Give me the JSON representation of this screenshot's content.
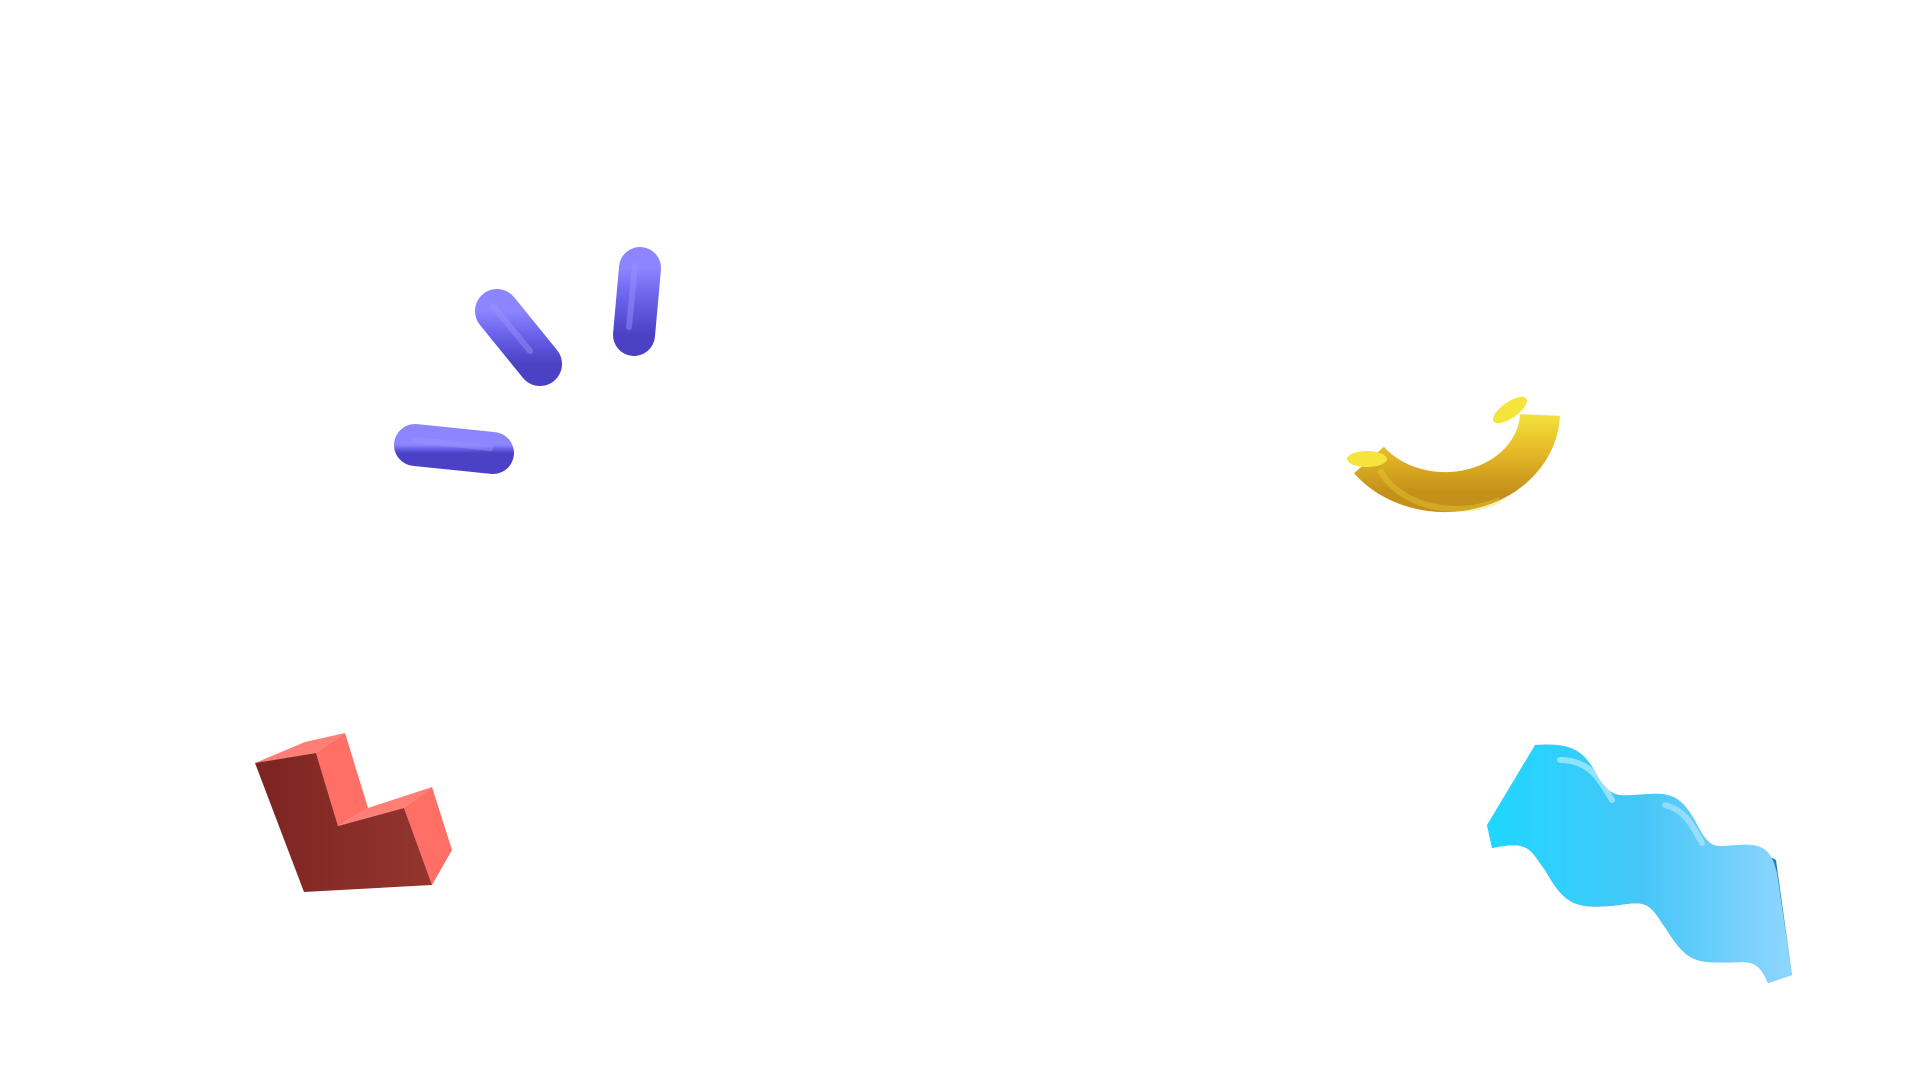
{
  "scene": {
    "background_color": "#ffffff",
    "shapes": [
      {
        "name": "purple-capsule-1",
        "kind": "capsule",
        "color": "#5f56e0"
      },
      {
        "name": "purple-capsule-2",
        "kind": "capsule",
        "color": "#5f56e0"
      },
      {
        "name": "purple-capsule-3",
        "kind": "capsule",
        "color": "#5f56e0"
      },
      {
        "name": "yellow-arc",
        "kind": "half-torus",
        "color": "#e2b21f"
      },
      {
        "name": "red-l-block",
        "kind": "l-shaped-block",
        "color": "#a33a34"
      },
      {
        "name": "blue-wave-ribbon",
        "kind": "wavy-ribbon",
        "color": "#3fb6ea"
      }
    ]
  }
}
